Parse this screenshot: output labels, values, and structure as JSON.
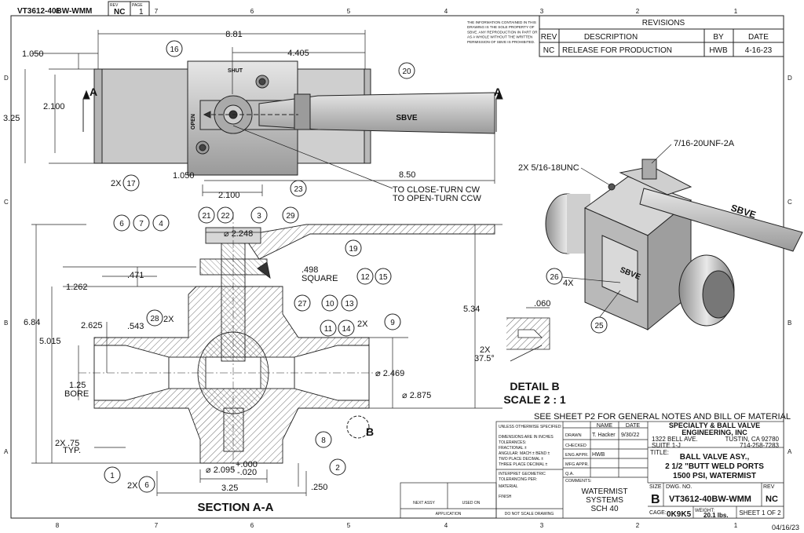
{
  "top_bar": {
    "dwg_number": "VT3612-40BW-WMM",
    "rev_label": "REV",
    "rev": "NC",
    "page_label": "PAGE",
    "page": "1"
  },
  "zones": {
    "columns": [
      "8",
      "7",
      "6",
      "5",
      "4",
      "3",
      "2",
      "1"
    ],
    "rows": [
      "D",
      "C",
      "B",
      "A"
    ]
  },
  "proprietary_note": [
    "THE INFORMATION CONTAINED IN THIS",
    "DRAWING IS THE SOLE PROPERTY OF",
    "SBVE. ANY REPRODUCTION IN PART OR",
    "AS A WHOLE WITHOUT THE WRITTEN",
    "PERMISSION OF SBVE IS PROHIBITED."
  ],
  "revisions": {
    "title": "REVISIONS",
    "headers": [
      "REV",
      "DESCRIPTION",
      "BY",
      "DATE"
    ],
    "rows": [
      [
        "NC",
        "RELEASE FOR PRODUCTION",
        "HWB",
        "4-16-23"
      ]
    ]
  },
  "top_view": {
    "dims": {
      "overall": "8.81",
      "handle_offset": "4.405",
      "top_offset": "1.050",
      "width": "2.100",
      "height": "3.25",
      "bottom_offset": "1.050",
      "bottom_width": "2.100",
      "handle_length": "8.50"
    },
    "section_marker": "A",
    "shut": "SHUT",
    "open": "OPEN",
    "logo": "SBVE",
    "balloons": {
      "body": "16",
      "handle": "20",
      "bolt_qty": "2X",
      "bolt": "17",
      "nut": "23"
    },
    "note": [
      "TO CLOSE-TURN CW",
      "TO OPEN-TURN CCW"
    ]
  },
  "section_view": {
    "title": "SECTION A-A",
    "dims": {
      "stem_dia": "2.248",
      "stem_h": ".471",
      "stem_top": "1.262",
      "square": ".498",
      "square_label": "SQUARE",
      "overall_h": "6.84",
      "body_h": "5.015",
      "mid_h": "2.625",
      "mid_off": ".543",
      "bore": "1.25",
      "bore_label": "BORE",
      "weld_len": ".75",
      "weld_typ": "TYP.",
      "weld_qty": "2X",
      "ball_dia": "2.469",
      "bw_dia": "2.875",
      "handle_h": "5.34",
      "base_dia": "2.095",
      "tol_plus": "+.000",
      "tol_minus": "-.020",
      "base_w": "3.25",
      "base_h": ".250",
      "section_marker": "B"
    },
    "balloons": [
      "6",
      "7",
      "4",
      "21",
      "22",
      "3",
      "29",
      "19",
      "12",
      "15",
      "27",
      "10",
      "13",
      "11",
      "14",
      "9",
      "28",
      "8",
      "1",
      "2",
      "6"
    ],
    "qty": {
      "q28": "2X",
      "q14": "2X",
      "q6": "2X"
    }
  },
  "iso_view": {
    "thread_top": "7/16-20UNF-2A",
    "thread_side": "2X 5/16-18UNC",
    "logo": "SBVE",
    "balloon_a": "26",
    "balloon_a_qty": "4X",
    "balloon_b": "25"
  },
  "detail_b": {
    "title": "DETAIL B",
    "scale": "SCALE 2 : 1",
    "chamfer": ".060",
    "angle_qty": "2X",
    "angle": "37.5°"
  },
  "see_note": "SEE SHEET P2 FOR GENERAL NOTES AND BILL OF MATERIAL",
  "title_block": {
    "tolerance_lines": [
      "UNLESS OTHERWISE SPECIFIED:",
      "DIMENSIONS ARE IN INCHES",
      "TOLERANCES:",
      "FRACTIONAL ±",
      "ANGULAR: MACH ±    BEND ±",
      "TWO PLACE DECIMAL    ±",
      "THREE PLACE DECIMAL   ±",
      "INTERPRET GEOMETRIC",
      "TOLERANCING PER:",
      "MATERIAL",
      "FINISH"
    ],
    "name_header": "NAME",
    "date_header": "DATE",
    "roles": [
      "DRAWN",
      "CHECKED",
      "ENG APPR.",
      "MFG APPR.",
      "Q.A.",
      "COMMENTS:"
    ],
    "drawn_name": "T. Hacker",
    "drawn_date": "9/30/22",
    "eng_name": "HWB",
    "company": [
      "SPECIALTY & BALL VALVE",
      "ENGINEERING, INC"
    ],
    "address": [
      "1322 BELL AVE.",
      "SUITE 1-J"
    ],
    "city": "TUSTIN, CA 92780",
    "phone": "714-258-7283",
    "title_label": "TITLE:",
    "title_lines": [
      "BALL VALVE ASY.,",
      "2 1/2 \"BUTT WELD PORTS",
      "1500 PSI, WATERMIST"
    ],
    "app_lines": [
      "WATERMIST",
      "SYSTEMS",
      "SCH 40"
    ],
    "next_assy": "NEXT ASSY",
    "used_on": "USED ON",
    "application": "APPLICATION",
    "no_scale": "DO NOT SCALE DRAWING",
    "size_label": "SIZE",
    "size": "B",
    "dwg_no_label": "DWG. NO.",
    "dwg_no": "VT3612-40BW-WMM",
    "rev_label": "REV",
    "rev": "NC",
    "cage_label": "CAGE:",
    "cage": "0K9K5",
    "weight_label": "WEIGHT:",
    "weight": "20.1 lbs.",
    "sheet": "SHEET 1 OF 2"
  },
  "print_date": "04/16/23"
}
